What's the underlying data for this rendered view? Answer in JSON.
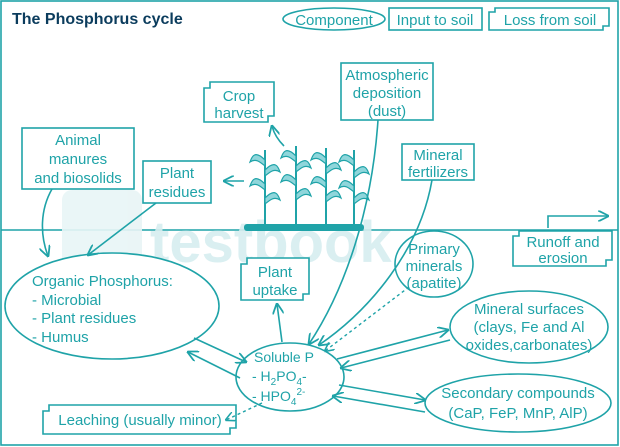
{
  "title": "The Phosphorus cycle",
  "legend": {
    "component": "Component",
    "input": "Input to soil",
    "loss": "Loss from soil"
  },
  "nodes": {
    "crop_harvest": [
      "Crop",
      "harvest"
    ],
    "atmospheric": [
      "Atmospheric",
      "deposition",
      "(dust)"
    ],
    "animal_manures": [
      "Animal",
      "manures",
      "and biosolids"
    ],
    "plant_residues_input": [
      "Plant",
      "residues"
    ],
    "mineral_fertilizers": [
      "Mineral",
      "fertilizers"
    ],
    "runoff": [
      "Runoff and",
      "erosion"
    ],
    "organic_p": [
      "Organic Phosphorus:",
      "- Microbial",
      "- Plant residues",
      "- Humus"
    ],
    "plant_uptake": [
      "Plant",
      "uptake"
    ],
    "primary_minerals": [
      "Primary",
      "minerals",
      "(apatite)"
    ],
    "mineral_surfaces": [
      "Mineral surfaces",
      "(clays, Fe and Al",
      "oxides,carbonates)"
    ],
    "soluble_p": {
      "line1": "Soluble P",
      "line2_main": "- H",
      "line2_sub1": "2",
      "line2_mid": "PO",
      "line2_sub2": "4",
      "line2_end": "-",
      "line3_main": "- HPO",
      "line3_sub": "4",
      "line3_sup": "2-"
    },
    "secondary_compounds": [
      "Secondary compounds",
      "(CaP, FeP, MnP, AlP)"
    ],
    "leaching": "Leaching (usually minor)"
  },
  "watermark": "testbook",
  "colors": {
    "accent": "#1fa3a8",
    "title": "#0b3c5d",
    "watermark": "#d7eef0"
  }
}
